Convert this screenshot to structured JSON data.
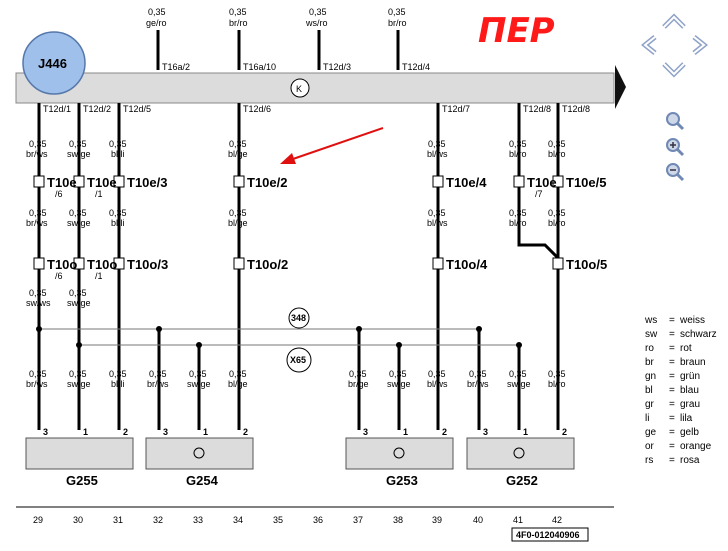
{
  "handwritten_note": "ПЕР",
  "ecu_label": "J446",
  "top_wires": [
    {
      "size": "0,35",
      "color": "ge/ro",
      "connector": "T16a/2"
    },
    {
      "size": "0,35",
      "color": "br/ro",
      "connector": "T16a/10"
    },
    {
      "size": "0,35",
      "color": "ws/ro",
      "connector": "T12d/3"
    },
    {
      "size": "0,35",
      "color": "br/ro",
      "connector": "T12d/4"
    }
  ],
  "ground_symbol": "K",
  "bottom_connectors": [
    "T12d/1",
    "T12d/2",
    "T12d/5",
    "T12d/6",
    "T12d/7",
    "T12d/8",
    "T12d/8"
  ],
  "mid_wires": [
    {
      "size": "0,35",
      "color": "br/ws"
    },
    {
      "size": "0,35",
      "color": "sw/ge"
    },
    {
      "size": "0,35",
      "color": "bl/li"
    },
    {
      "size": "0,35",
      "color": "bl/ge"
    },
    {
      "size": "0,35",
      "color": "bl/ws"
    },
    {
      "size": "0,35",
      "color": "bl/ro"
    },
    {
      "size": "0,35",
      "color": "bl/ro"
    }
  ],
  "plug1": [
    {
      "main": "T10e",
      "sub": "/6"
    },
    {
      "main": "T10e",
      "sub": "/1"
    },
    {
      "main": "T10e/3",
      "sub": ""
    },
    {
      "main": "T10e/2",
      "sub": ""
    },
    {
      "main": "T10e/4",
      "sub": ""
    },
    {
      "main": "T10e",
      "sub": "/7"
    },
    {
      "main": "T10e/5",
      "sub": ""
    }
  ],
  "plug2": [
    {
      "main": "T10o",
      "sub": "/6"
    },
    {
      "main": "T10o",
      "sub": "/1"
    },
    {
      "main": "T10o/3",
      "sub": ""
    },
    {
      "main": "T10o/2",
      "sub": ""
    },
    {
      "main": "T10o/4",
      "sub": ""
    },
    {
      "main": "T10o/5",
      "sub": ""
    }
  ],
  "lower_wires": [
    {
      "size": "0,35",
      "color": "sw/ws"
    },
    {
      "size": "0,35",
      "color": "sw/ge"
    }
  ],
  "bus_labels": [
    "348",
    "X65"
  ],
  "sensor_wires": [
    {
      "size": "0,35",
      "color": "br/ws",
      "pin": "3"
    },
    {
      "size": "0,35",
      "color": "sw/ge",
      "pin": "1"
    },
    {
      "size": "0,35",
      "color": "bl/li",
      "pin": "2"
    },
    {
      "size": "0,35",
      "color": "br/ws",
      "pin": "3"
    },
    {
      "size": "0,35",
      "color": "sw/ge",
      "pin": "1"
    },
    {
      "size": "0,35",
      "color": "bl/ge",
      "pin": "2"
    },
    {
      "size": "0,35",
      "color": "br/ge",
      "pin": "3"
    },
    {
      "size": "0,35",
      "color": "sw/ge",
      "pin": "1"
    },
    {
      "size": "0,35",
      "color": "bl/ws",
      "pin": "2"
    },
    {
      "size": "0,35",
      "color": "br/ws",
      "pin": "3"
    },
    {
      "size": "0,35",
      "color": "sw/ge",
      "pin": "1"
    },
    {
      "size": "0,35",
      "color": "bl/ro",
      "pin": "2"
    }
  ],
  "sensors": [
    "G255",
    "G254",
    "G253",
    "G252"
  ],
  "tracks": [
    "29",
    "30",
    "31",
    "32",
    "33",
    "34",
    "35",
    "36",
    "37",
    "38",
    "39",
    "40",
    "41",
    "42"
  ],
  "doc_id": "4F0-012040906",
  "legend": [
    {
      "code": "ws",
      "name": "weiss"
    },
    {
      "code": "sw",
      "name": "schwarz"
    },
    {
      "code": "ro",
      "name": "rot"
    },
    {
      "code": "br",
      "name": "braun"
    },
    {
      "code": "gn",
      "name": "grün"
    },
    {
      "code": "bl",
      "name": "blau"
    },
    {
      "code": "gr",
      "name": "grau"
    },
    {
      "code": "li",
      "name": "lila"
    },
    {
      "code": "ge",
      "name": "gelb"
    },
    {
      "code": "or",
      "name": "orange"
    },
    {
      "code": "rs",
      "name": "rosa"
    }
  ],
  "colors": {
    "ecu_fill": "#dcdcdc",
    "bubble": "#9fc0ea",
    "arrow": "#e01010",
    "nav": "#6f88b4"
  }
}
